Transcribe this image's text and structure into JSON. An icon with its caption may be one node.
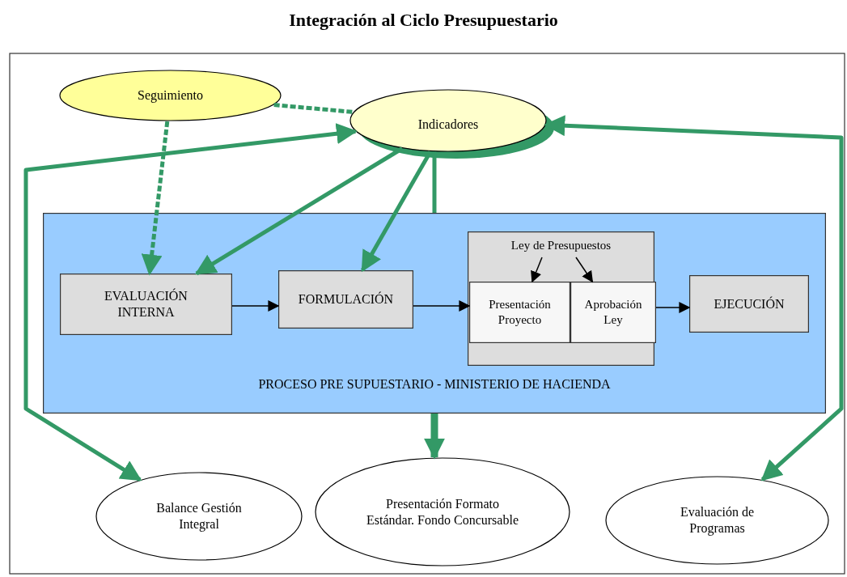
{
  "diagram": {
    "title": "Integración al Ciclo Presupuestario",
    "nodes": [
      {
        "text": [
          "Seguimiento"
        ]
      },
      {
        "text": [
          "Indicadores"
        ]
      },
      {
        "text": [
          "PROCESO PRE SUPUESTARIO - MINISTERIO DE HACIENDA"
        ]
      },
      {
        "text": [
          "EVALUACIÓN INTERNA"
        ],
        "in": 2
      },
      {
        "text": [
          "FORMULACIÓN"
        ],
        "in": 2
      },
      {
        "text": [
          "Ley de Presupuestos"
        ],
        "in": 2
      },
      {
        "text": [
          "Presentación Proyecto"
        ],
        "in": 5
      },
      {
        "text": [
          "Aprobación Ley"
        ],
        "in": 5
      },
      {
        "text": [
          "EJECUCIÓN"
        ],
        "in": 2
      },
      {
        "text": [
          "Balance Gestión Integral"
        ]
      },
      {
        "text": [
          "Presentación Formato Estándar. Fondo Concursable"
        ]
      },
      {
        "text": [
          "Evaluación de Programas"
        ]
      }
    ],
    "edges": [
      {
        "from": 0,
        "to": 1,
        "arrow": "none",
        "style": "dashed"
      },
      {
        "from": 0,
        "to": 3,
        "arrow": "to",
        "style": "dashed"
      },
      {
        "from": 1,
        "to": 3,
        "arrow": "to"
      },
      {
        "from": 1,
        "to": 4,
        "arrow": "to"
      },
      {
        "from": 1,
        "to": 2,
        "arrow": "none"
      },
      {
        "from": 2,
        "to": 10,
        "arrow": "to",
        "style": "thick"
      },
      {
        "from": 9,
        "to": 1,
        "arrow": "both"
      },
      {
        "from": 11,
        "to": 1,
        "arrow": "both"
      },
      {
        "from": 3,
        "to": 4,
        "arrow": "to",
        "color": "#000000"
      },
      {
        "from": 4,
        "to": 6,
        "arrow": "to",
        "color": "#000000"
      },
      {
        "from": 5,
        "to": 6,
        "arrow": "to",
        "color": "#000000"
      },
      {
        "from": 5,
        "to": 7,
        "arrow": "to",
        "color": "#000000"
      },
      {
        "from": 7,
        "to": 8,
        "arrow": "to",
        "color": "#000000"
      }
    ]
  }
}
